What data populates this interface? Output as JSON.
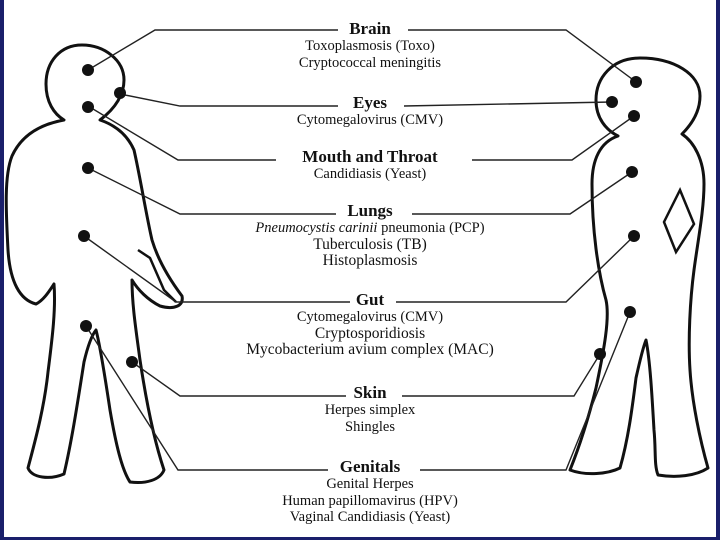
{
  "colors": {
    "ink": "#111111",
    "frame": "#1a1f6b",
    "background": "#ffffff"
  },
  "groups": [
    {
      "id": "brain",
      "heading": "Brain",
      "items": [
        {
          "text": "Toxoplasmosis (Toxo)"
        },
        {
          "text": "Cryptococcal meningitis"
        }
      ]
    },
    {
      "id": "eyes",
      "heading": "Eyes",
      "items": [
        {
          "text": "Cytomegalovirus (CMV)"
        }
      ]
    },
    {
      "id": "mouth-throat",
      "heading": "Mouth and Throat",
      "items": [
        {
          "text": "Candidiasis (Yeast)"
        }
      ]
    },
    {
      "id": "lungs",
      "heading": "Lungs",
      "items": [
        {
          "italic": "Pneumocystis carinii",
          "text": " pneumonia (PCP)"
        },
        {
          "text": "Tuberculosis (TB)"
        },
        {
          "text": "Histoplasmosis"
        }
      ]
    },
    {
      "id": "gut",
      "heading": "Gut",
      "items": [
        {
          "text": "Cytomegalovirus (CMV)"
        },
        {
          "text": "Cryptosporidiosis"
        },
        {
          "text": "Mycobacterium avium complex (MAC)"
        }
      ]
    },
    {
      "id": "skin",
      "heading": "Skin",
      "items": [
        {
          "text": "Herpes simplex"
        },
        {
          "text": "Shingles"
        }
      ]
    },
    {
      "id": "genitals",
      "heading": "Genitals",
      "items": [
        {
          "text": "Genital Herpes"
        },
        {
          "text": "Human papillomavirus (HPV)"
        },
        {
          "text": "Vaginal Candidiasis (Yeast)"
        }
      ]
    }
  ]
}
